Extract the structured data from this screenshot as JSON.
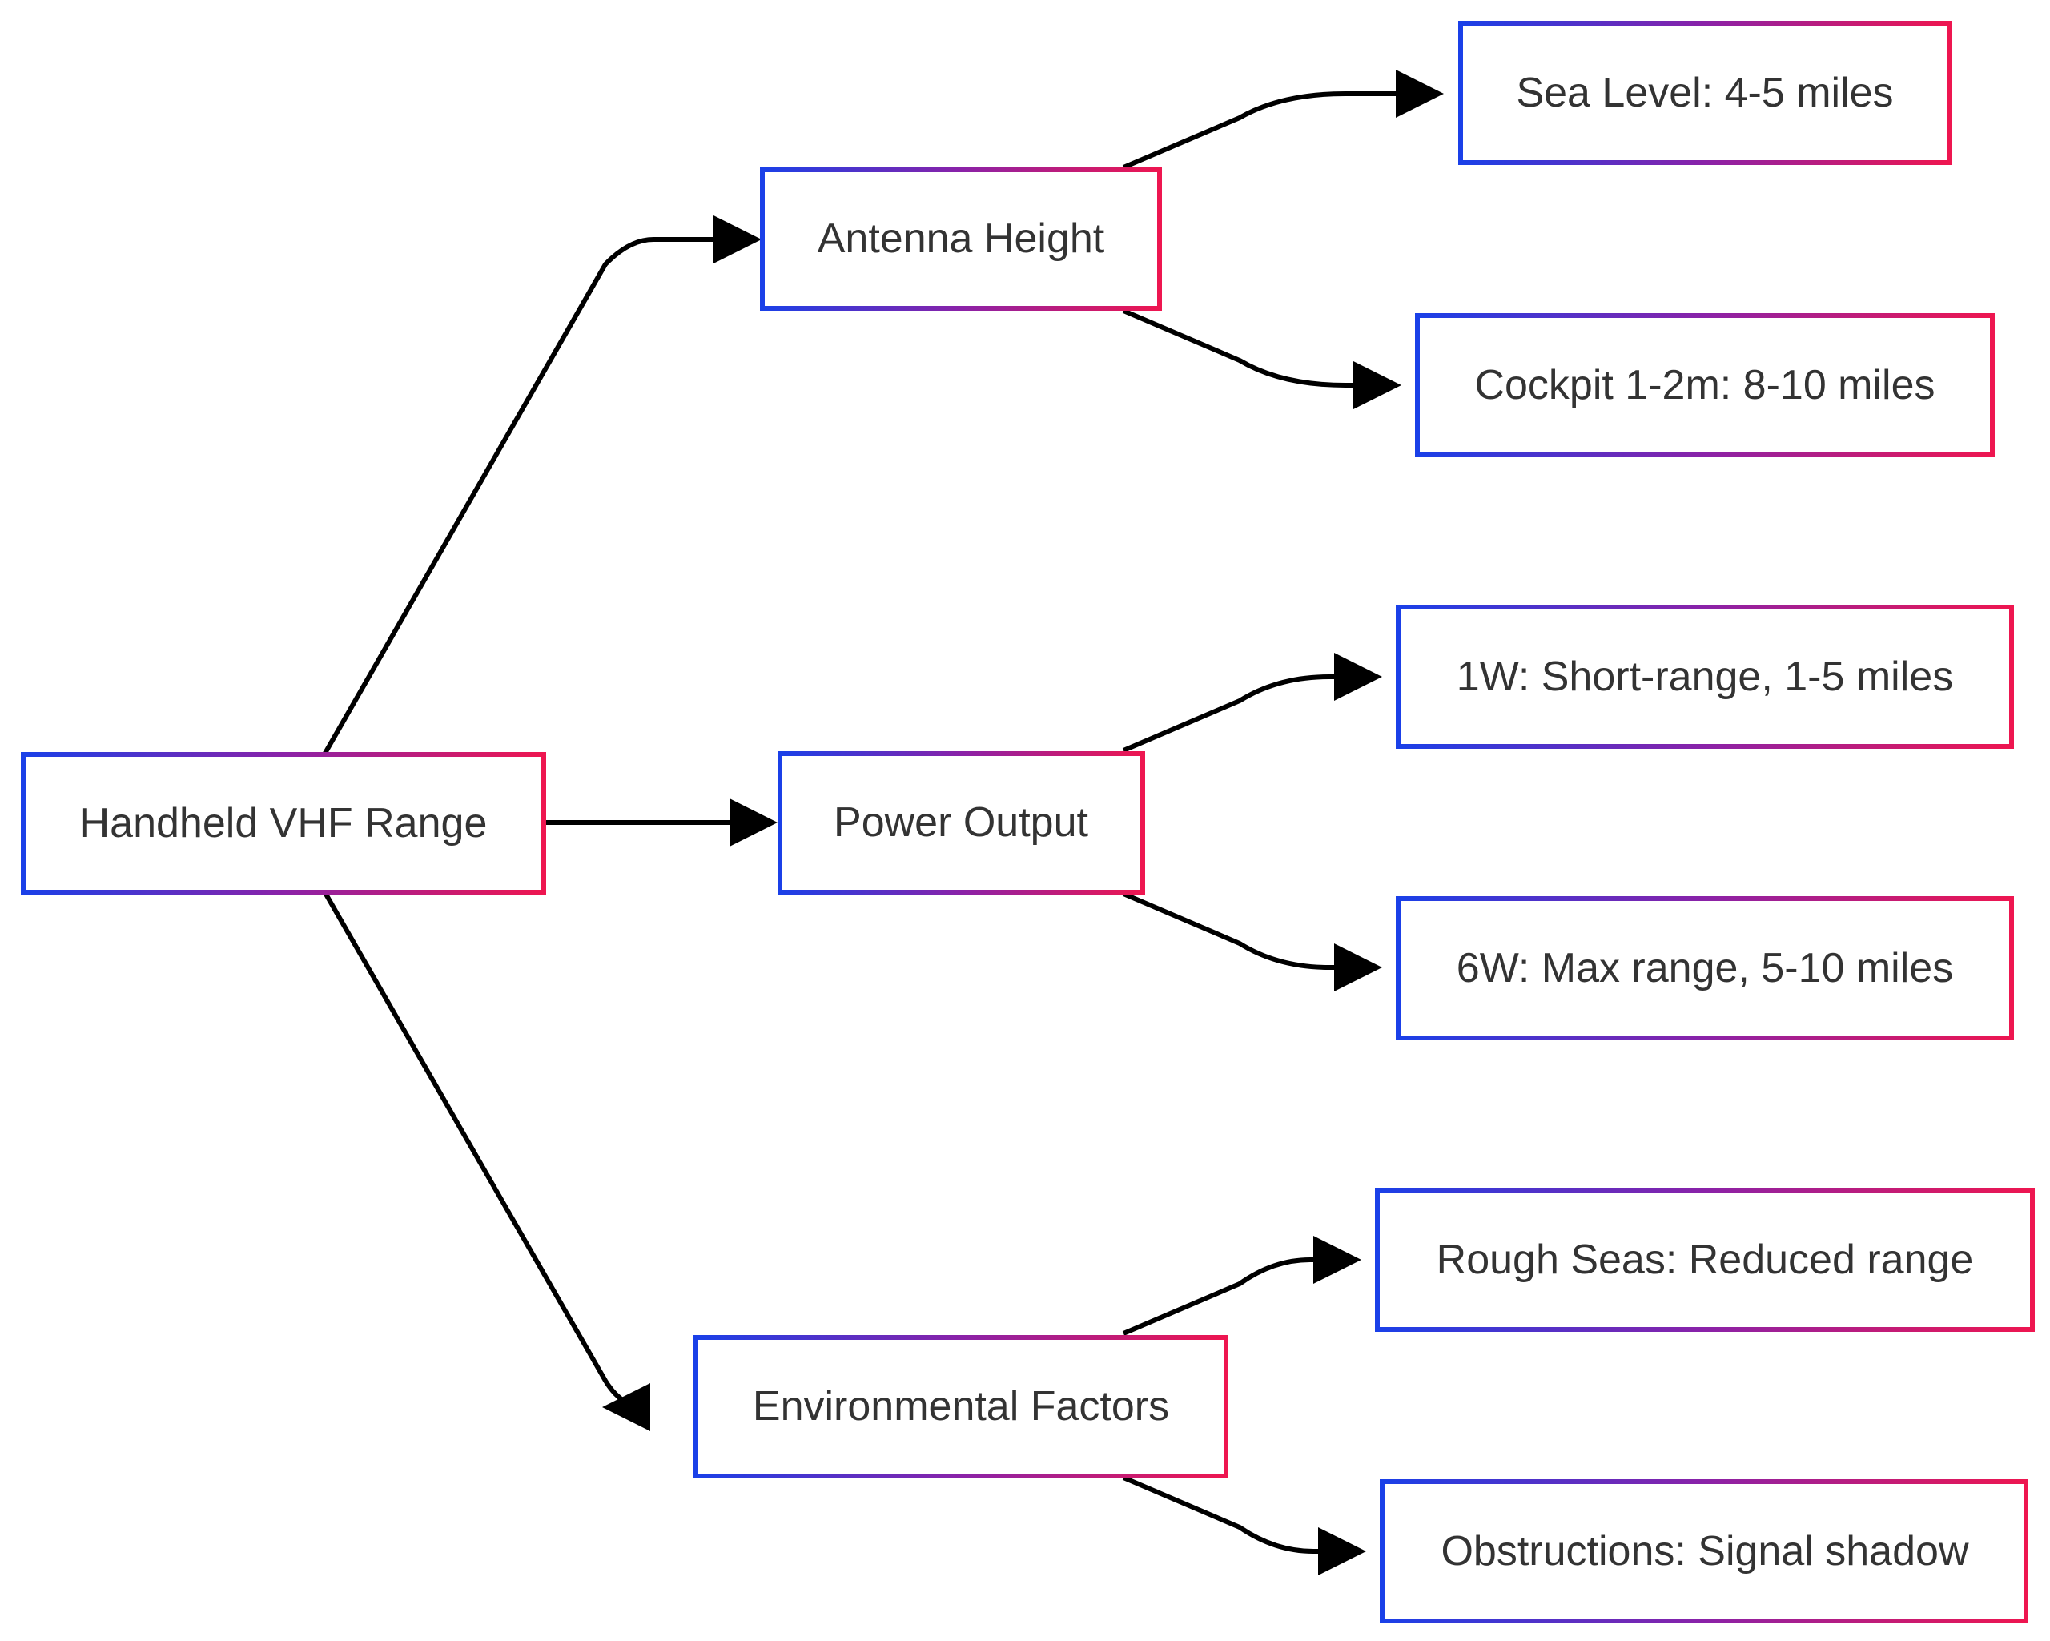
{
  "nodes": {
    "root": "Handheld VHF Range",
    "antenna_height": "Antenna Height",
    "power_output": "Power Output",
    "environmental_factors": "Environmental Factors",
    "sea_level": "Sea Level: 4-5 miles",
    "cockpit": "Cockpit 1-2m: 8-10 miles",
    "one_watt": "1W: Short-range, 1-5 miles",
    "six_watt": "6W: Max range, 5-10 miles",
    "rough_seas": "Rough Seas: Reduced range",
    "obstructions": "Obstructions: Signal shadow"
  },
  "edges": [
    {
      "from": "root",
      "to": "antenna_height"
    },
    {
      "from": "root",
      "to": "power_output"
    },
    {
      "from": "root",
      "to": "environmental_factors"
    },
    {
      "from": "antenna_height",
      "to": "sea_level"
    },
    {
      "from": "antenna_height",
      "to": "cockpit"
    },
    {
      "from": "power_output",
      "to": "one_watt"
    },
    {
      "from": "power_output",
      "to": "six_watt"
    },
    {
      "from": "environmental_factors",
      "to": "rough_seas"
    },
    {
      "from": "environmental_factors",
      "to": "obstructions"
    }
  ],
  "colors": {
    "border_gradient_start": "#1a40e8",
    "border_gradient_end": "#ee1650",
    "edge": "#000000",
    "text": "#333333",
    "background": "#ffffff"
  }
}
